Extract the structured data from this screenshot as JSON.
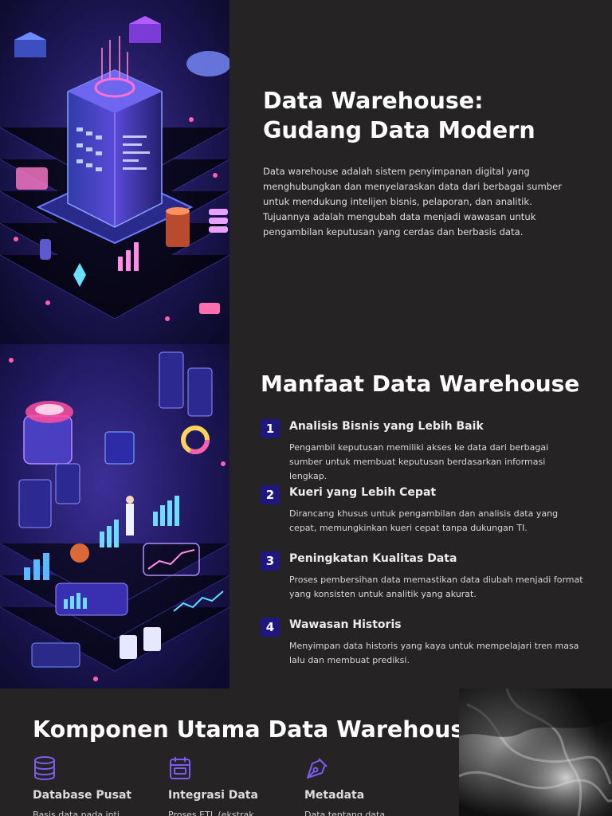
{
  "hero": {
    "title_line1": "Data Warehouse:",
    "title_line2": "Gudang Data Modern",
    "description": "Data warehouse adalah sistem penyimpanan digital yang menghubungkan dan menyelaraskan data dari berbagai sumber untuk mendukung intelijen bisnis, pelaporan, dan analitik. Tujuannya adalah mengubah data menjadi wawasan untuk pengambilan keputusan yang cerdas dan berbasis data."
  },
  "benefits": {
    "title": "Manfaat Data Warehouse",
    "items": [
      {
        "number": "1",
        "title": "Analisis Bisnis yang Lebih Baik",
        "description": "Pengambil keputusan memiliki akses ke data dari berbagai sumber untuk membuat keputusan berdasarkan informasi lengkap."
      },
      {
        "number": "2",
        "title": "Kueri yang Lebih Cepat",
        "description": "Dirancang khusus untuk pengambilan dan analisis data yang cepat, memungkinkan kueri cepat tanpa dukungan TI."
      },
      {
        "number": "3",
        "title": "Peningkatan Kualitas Data",
        "description": "Proses pembersihan data memastikan data diubah menjadi format yang konsisten untuk analitik yang akurat."
      },
      {
        "number": "4",
        "title": "Wawasan Historis",
        "description": "Menyimpan data historis yang kaya untuk mempelajari tren masa lalu dan membuat prediksi."
      }
    ]
  },
  "components": {
    "title": "Komponen Utama Data Warehouse",
    "items": [
      {
        "icon": "database-icon",
        "title": "Database Pusat",
        "description": "Basis data pada inti"
      },
      {
        "icon": "calendar-icon",
        "title": "Integrasi Data",
        "description": "Proses ETL (ekstrak,"
      },
      {
        "icon": "pen-tool-icon",
        "title": "Metadata",
        "description": "Data tentang data,"
      }
    ]
  },
  "colors": {
    "background": "#252323",
    "accent": "#7b5cf0",
    "badge": "#1f1780"
  }
}
